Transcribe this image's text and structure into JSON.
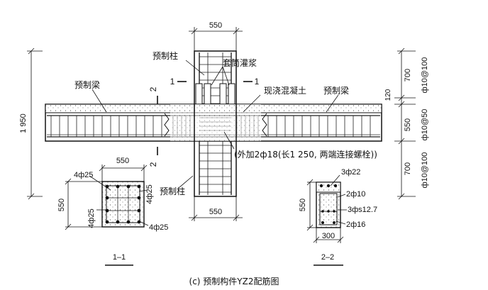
{
  "caption": "(c) 预制构件YZ2配筋图",
  "labels": {
    "precast_column_top": "预制柱",
    "precast_column_bottom": "预制柱",
    "sleeve_grouting": "套筒灌浆",
    "cast_concrete": "现浇混凝土",
    "precast_beam_left": "预制梁",
    "precast_beam_right": "预制梁",
    "extra_bars": "(外加2ф18(长1 250, 两端连接螺栓))"
  },
  "dimensions": {
    "col_width_top": "550",
    "col_width_bottom": "550",
    "total_height": "1 950",
    "seg_top": "700",
    "seg_top_spacing": "ф10@100",
    "seg_joint_120": "120",
    "seg_mid": "550",
    "seg_mid_spacing": "ф10@50",
    "seg_bottom": "700",
    "seg_bottom_spacing": "ф10@100"
  },
  "section_marks": {
    "h_left": "1",
    "h_right": "1",
    "v_top": "2",
    "v_bottom": "2"
  },
  "section_1": {
    "title": "1–1",
    "width": "550",
    "height": "550",
    "bar_top_left": "4ф25",
    "bar_right": "4ф25",
    "bar_left": "4ф25",
    "bar_bottom_right": "4ф25"
  },
  "section_2": {
    "title": "2–2",
    "height": "550",
    "width": "300",
    "top_bars": "3ф22",
    "stirrup": "2ф10",
    "strand": "3фs12.7",
    "bottom_bars": "2ф16"
  }
}
